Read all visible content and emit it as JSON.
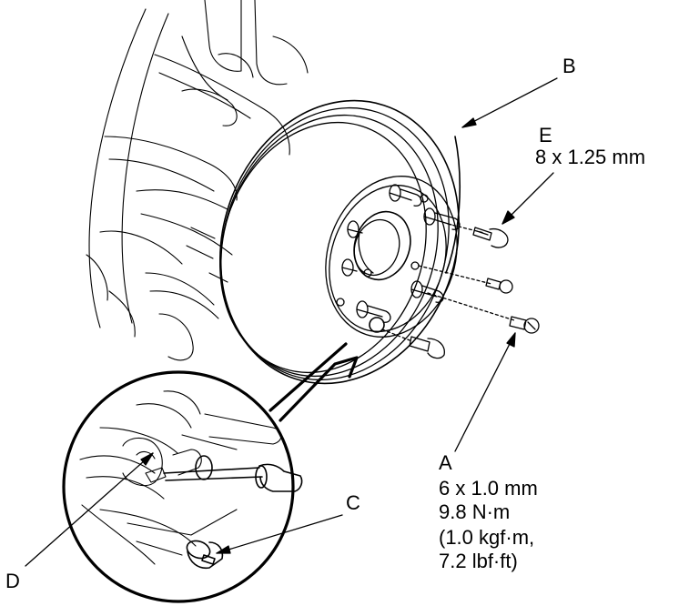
{
  "labels": {
    "a": "A",
    "a_spec": [
      "6 x 1.0 mm",
      "9.8 N·m",
      "(1.0 kgf·m,",
      "7.2 lbf·ft)"
    ],
    "b": "B",
    "c": "C",
    "d": "D",
    "e": "E",
    "e_spec": "8 x 1.25 mm"
  },
  "colors": {
    "ink": "#000000",
    "paper": "#ffffff"
  }
}
